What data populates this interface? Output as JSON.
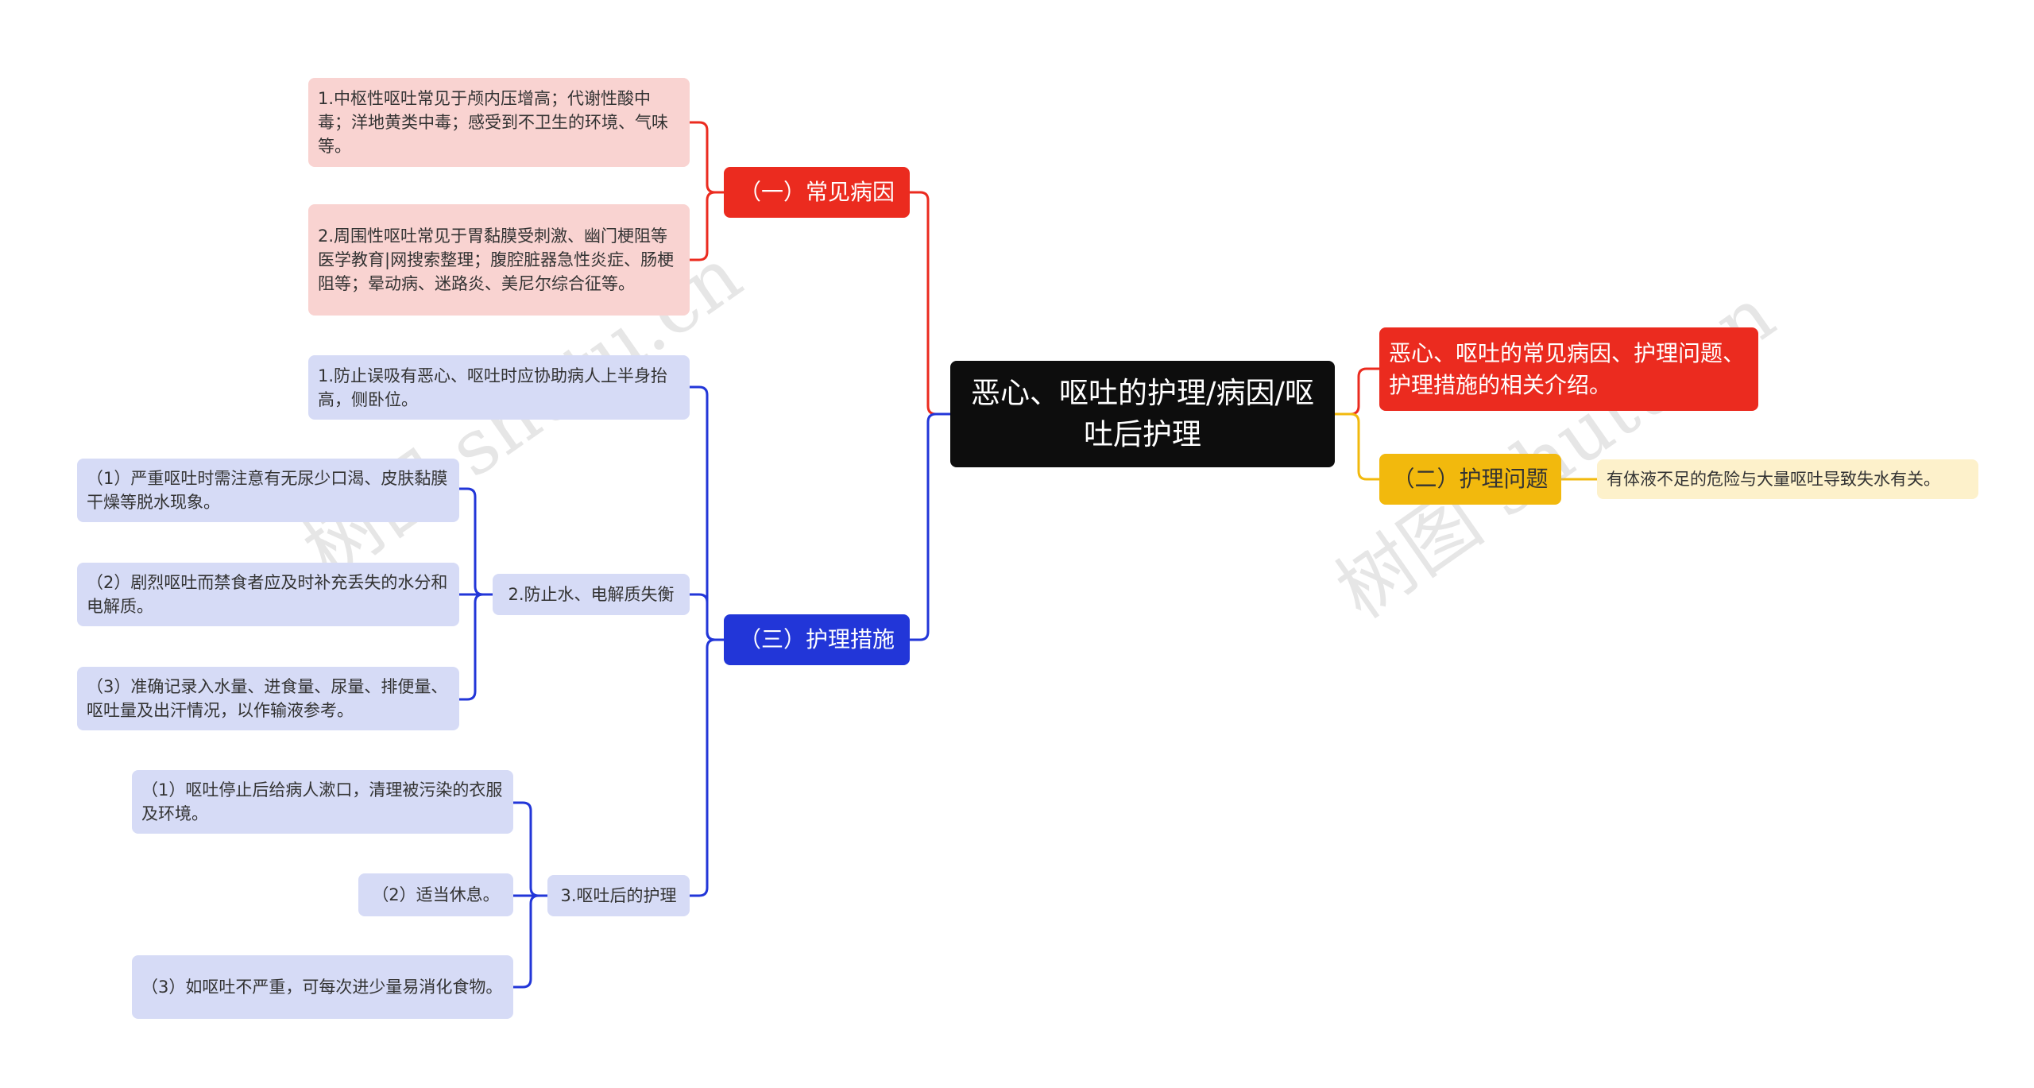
{
  "watermark": "树图 shutu.cn",
  "root": "恶心、呕吐的护理/病因/呕吐后护理",
  "branch1": {
    "title": "（一）常见病因",
    "items": [
      "1.中枢性呕吐常见于颅内压增高；代谢性酸中毒；洋地黄类中毒；感受到不卫生的环境、气味等。",
      "2.周围性呕吐常见于胃黏膜受刺激、幽门梗阻等医学教育|网搜索整理；腹腔脏器急性炎症、肠梗阻等；晕动病、迷路炎、美尼尔综合征等。"
    ]
  },
  "branch3": {
    "title": "（三）护理措施",
    "item1": "1.防止误吸有恶心、呕吐时应协助病人上半身抬高，侧卧位。",
    "item2": {
      "title": "2.防止水、电解质失衡",
      "children": [
        "（1）严重呕吐时需注意有无尿少口渴、皮肤黏膜干燥等脱水现象。",
        "（2）剧烈呕吐而禁食者应及时补充丢失的水分和电解质。",
        "（3）准确记录入水量、进食量、尿量、排便量、呕吐量及出汗情况，以作输液参考。"
      ]
    },
    "item3": {
      "title": "3.呕吐后的护理",
      "children": [
        "（1）呕吐停止后给病人漱口，清理被污染的衣服及环境。",
        "（2）适当休息。",
        "（3）如呕吐不严重，可每次进少量易消化食物。"
      ]
    }
  },
  "intro": "恶心、呕吐的常见病因、护理问题、护理措施的相关介绍。",
  "branch2": {
    "title": "（二）护理问题",
    "detail": "有体液不足的危险与大量呕吐导致失水有关。"
  },
  "colors": {
    "red": "#eb2b1f",
    "blue": "#2236d8",
    "yellow": "#f2b90d",
    "root": "#0d0d0d"
  }
}
